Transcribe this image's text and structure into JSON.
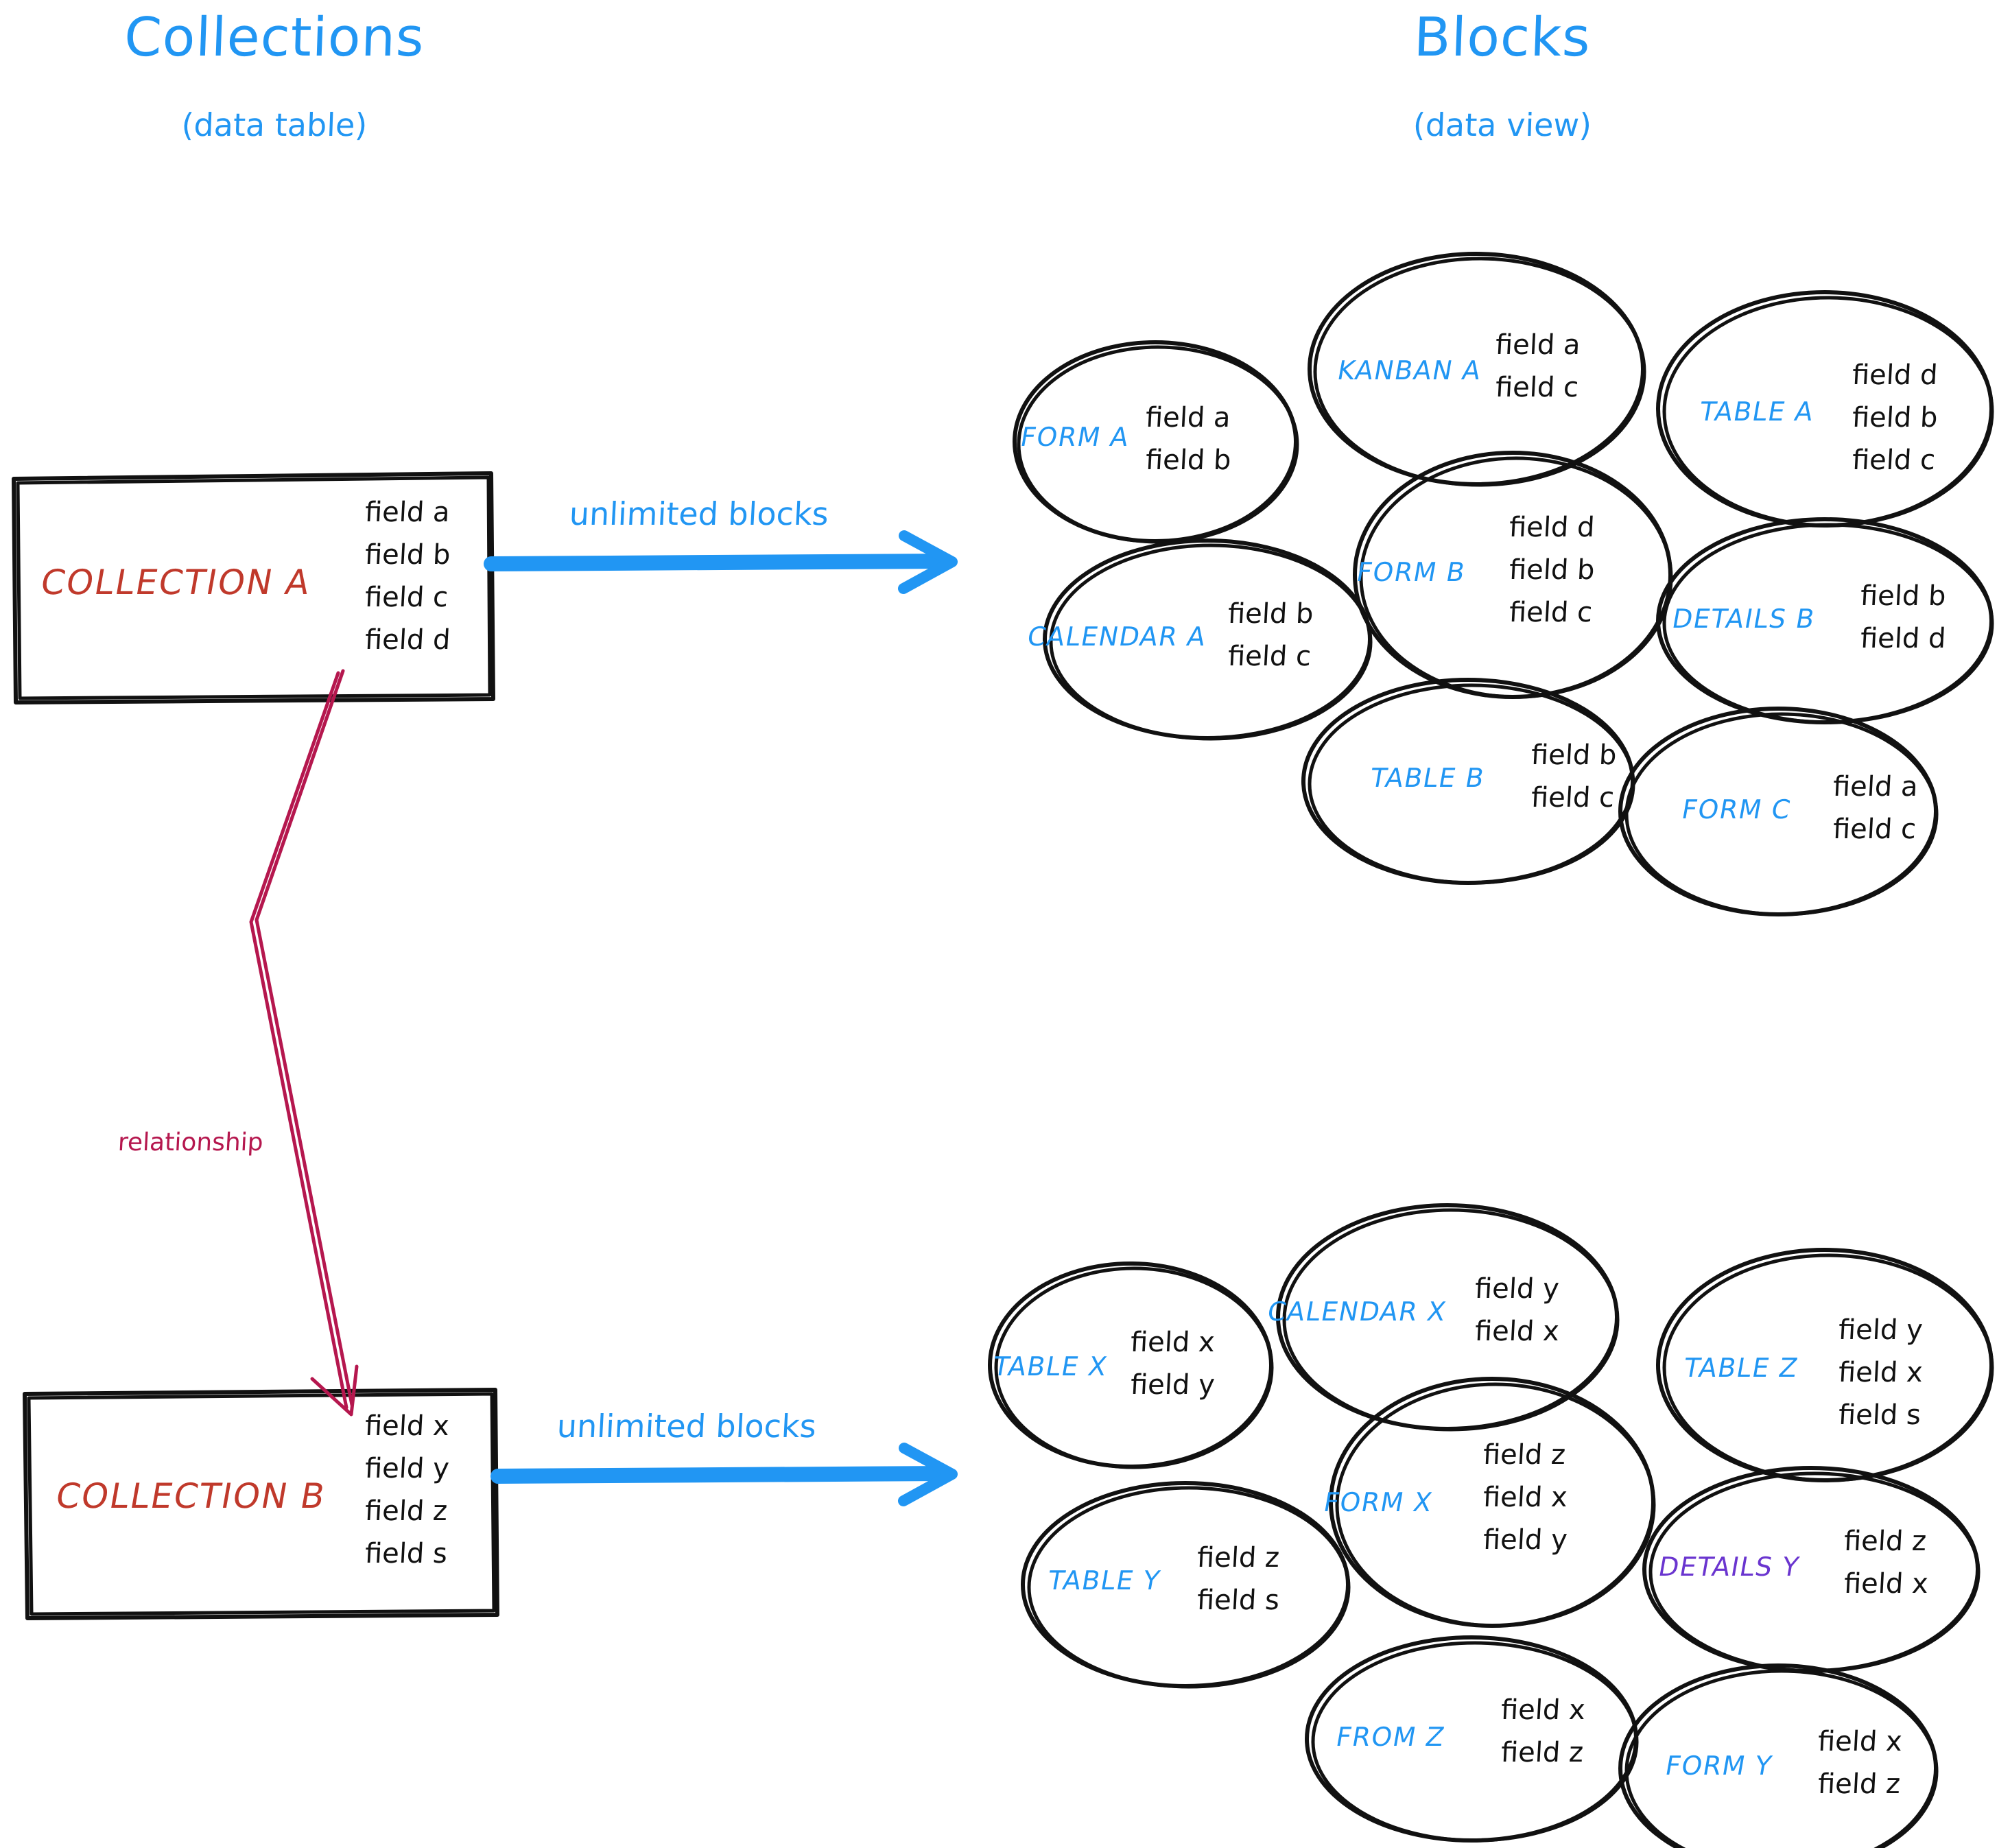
{
  "headings": {
    "left": {
      "title": "Collections",
      "subtitle": "(data table)"
    },
    "right": {
      "title": "Blocks",
      "subtitle": "(data view)"
    }
  },
  "colors": {
    "accent_blue": "#2196f3",
    "collection_red": "#c0392b",
    "relationship_crimson": "#b5174e",
    "details_purple": "#6a35cf",
    "ink_black": "#111111",
    "background": "#ffffff"
  },
  "collections": [
    {
      "name": "COLLECTION A",
      "fields": [
        "field a",
        "field b",
        "field c",
        "field d"
      ],
      "arrow_label": "unlimited blocks"
    },
    {
      "name": "COLLECTION B",
      "fields": [
        "field x",
        "field y",
        "field z",
        "field s"
      ],
      "arrow_label": "unlimited blocks"
    }
  ],
  "relationship": {
    "label": "relationship",
    "from": "COLLECTION A",
    "to": "COLLECTION B"
  },
  "block_groups": [
    {
      "for": "COLLECTION A",
      "blocks": [
        {
          "name": "FORM A",
          "fields": [
            "field a",
            "field b"
          ],
          "color": "blue"
        },
        {
          "name": "KANBAN A",
          "fields": [
            "field a",
            "field c"
          ],
          "color": "blue"
        },
        {
          "name": "TABLE A",
          "fields": [
            "field d",
            "field b",
            "field c"
          ],
          "color": "blue"
        },
        {
          "name": "CALENDAR A",
          "fields": [
            "field b",
            "field c"
          ],
          "color": "blue"
        },
        {
          "name": "FORM B",
          "fields": [
            "field d",
            "field b",
            "field c"
          ],
          "color": "blue"
        },
        {
          "name": "DETAILS B",
          "fields": [
            "field b",
            "field d"
          ],
          "color": "blue"
        },
        {
          "name": "TABLE B",
          "fields": [
            "field b",
            "field c"
          ],
          "color": "blue"
        },
        {
          "name": "FORM C",
          "fields": [
            "field a",
            "field c"
          ],
          "color": "blue"
        }
      ]
    },
    {
      "for": "COLLECTION B",
      "blocks": [
        {
          "name": "TABLE X",
          "fields": [
            "field x",
            "field y"
          ],
          "color": "blue"
        },
        {
          "name": "CALENDAR X",
          "fields": [
            "field y",
            "field x"
          ],
          "color": "blue"
        },
        {
          "name": "TABLE Z",
          "fields": [
            "field y",
            "field x",
            "field s"
          ],
          "color": "blue"
        },
        {
          "name": "TABLE Y",
          "fields": [
            "field z",
            "field s"
          ],
          "color": "blue"
        },
        {
          "name": "FORM X",
          "fields": [
            "field z",
            "field x",
            "field y"
          ],
          "color": "blue"
        },
        {
          "name": "DETAILS Y",
          "fields": [
            "field z",
            "field x"
          ],
          "color": "purple"
        },
        {
          "name": "FROM Z",
          "fields": [
            "field x",
            "field z"
          ],
          "color": "blue"
        },
        {
          "name": "FORM Y",
          "fields": [
            "field x",
            "field z"
          ],
          "color": "blue"
        }
      ]
    }
  ]
}
